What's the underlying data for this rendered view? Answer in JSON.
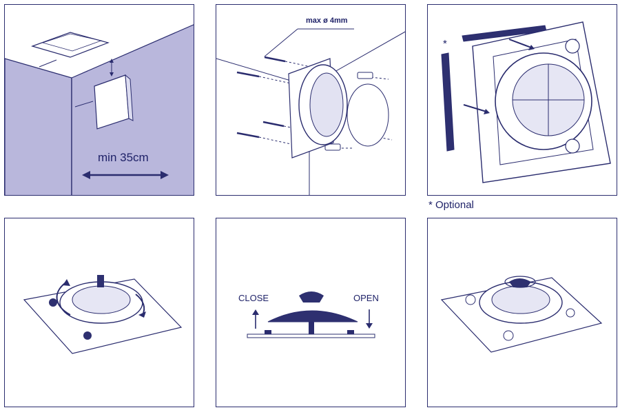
{
  "palette": {
    "ink": "#2a2c6e",
    "wall": "#b9b7dc",
    "dark": "#2e3070",
    "white": "#ffffff"
  },
  "step1": {
    "distance_label": "min 35cm",
    "arrow_icon": "double-arrow-icon"
  },
  "step2": {
    "screw_label": "max ø 4mm"
  },
  "step3": {
    "optional_marker": "*",
    "optional_note": "* Optional"
  },
  "step4": {
    "rotation_icon": "rotate-arrows-icon"
  },
  "step5": {
    "close_label": "CLOSE",
    "open_label": "OPEN"
  },
  "step6": {
    "knob_icon": "wing-nut-icon"
  }
}
